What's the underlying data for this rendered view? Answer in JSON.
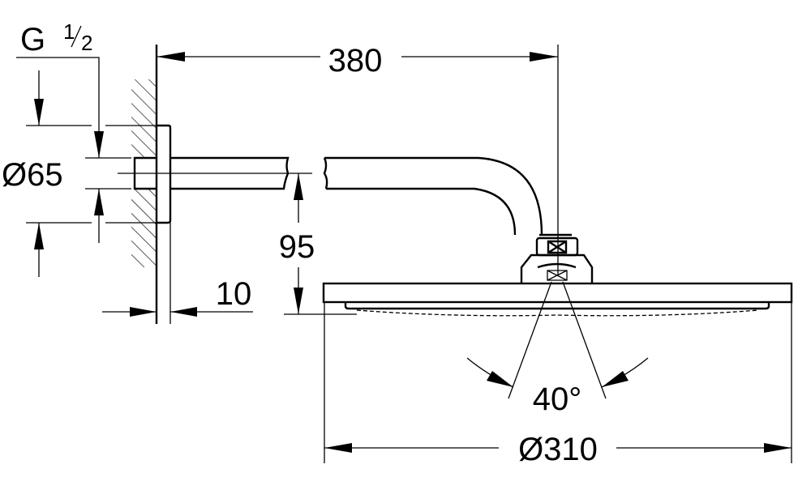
{
  "title": "Shower arm and head dimension drawing",
  "dimensions": {
    "thread_main": "G",
    "thread_num": "1",
    "thread_den": "2",
    "flange_diameter": "Ø65",
    "arm_length": "380",
    "drop_height": "95",
    "flange_depth": "10",
    "spray_angle": "40°",
    "head_diameter": "Ø310"
  },
  "colors": {
    "ink": "#000000",
    "background": "#ffffff"
  }
}
